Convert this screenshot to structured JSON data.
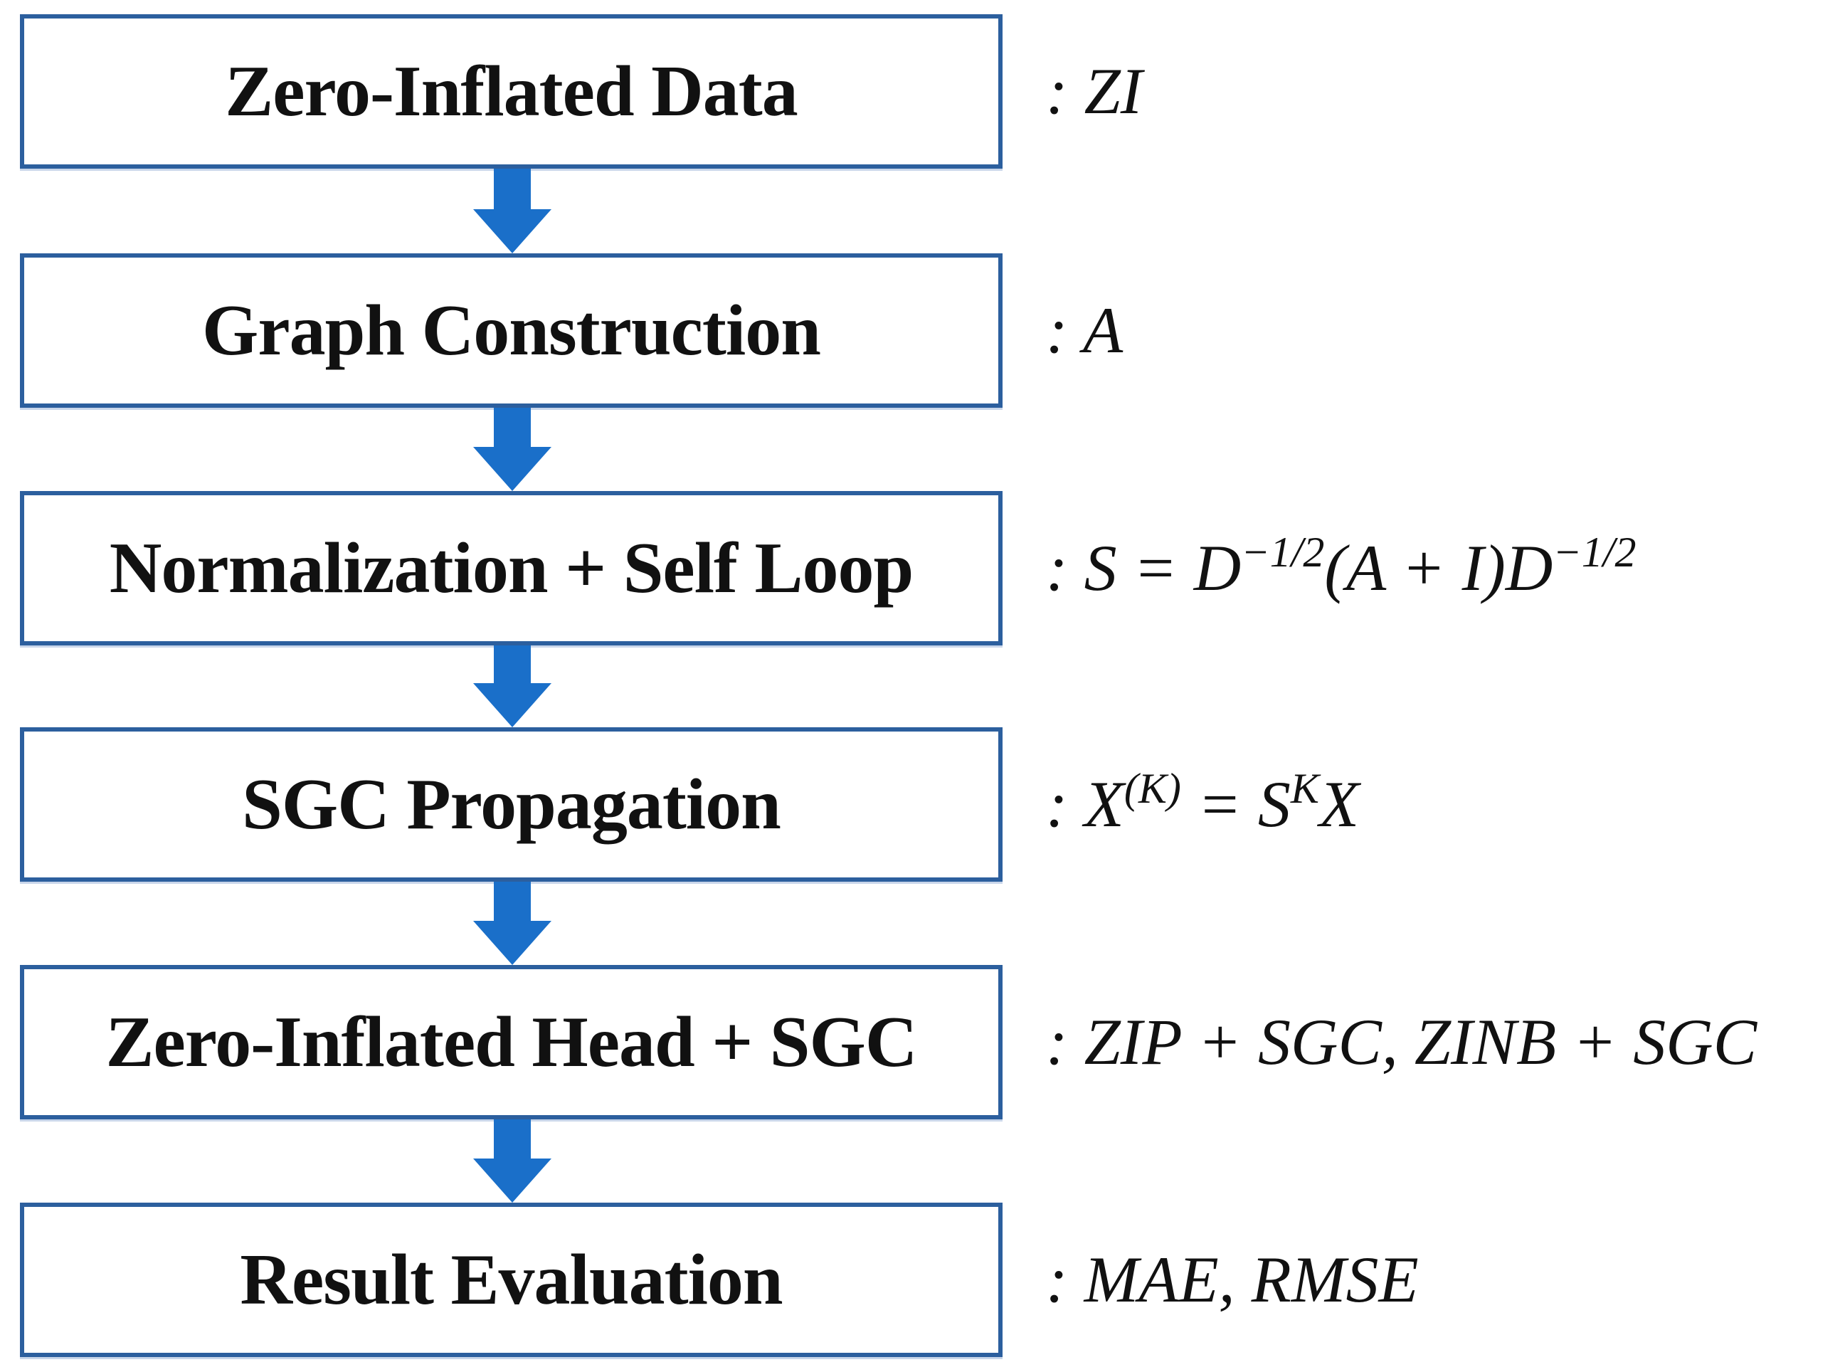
{
  "steps": [
    {
      "label": "Zero-Inflated Data",
      "formula": [
        {
          "t": ": ZI"
        }
      ]
    },
    {
      "label": "Graph Construction",
      "formula": [
        {
          "t": ": A"
        }
      ]
    },
    {
      "label": "Normalization + Self Loop",
      "formula": [
        {
          "t": ": S = D"
        },
        {
          "sup": "−1/2"
        },
        {
          "t": "(A + I)D"
        },
        {
          "sup": "−1/2"
        }
      ]
    },
    {
      "label": "SGC Propagation",
      "formula": [
        {
          "t": ": X"
        },
        {
          "sup": "(K)"
        },
        {
          "t": " = S"
        },
        {
          "sup": "K"
        },
        {
          "t": "X"
        }
      ]
    },
    {
      "label": "Zero-Inflated Head + SGC",
      "formula": [
        {
          "t": ": ZIP + SGC, ZINB + SGC"
        }
      ]
    },
    {
      "label": "Result Evaluation",
      "formula": [
        {
          "t": ": MAE, RMSE"
        }
      ]
    }
  ],
  "colors": {
    "box_border": "#2c5f9e",
    "arrow": "#1a6fc9"
  }
}
